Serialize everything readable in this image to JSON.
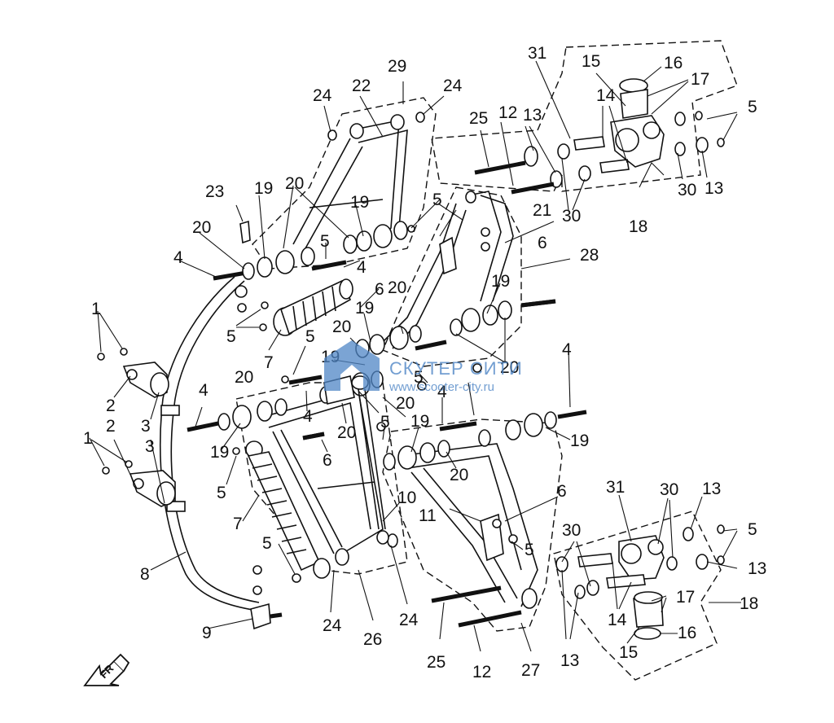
{
  "callouts": [
    "1",
    "2",
    "3",
    "4",
    "5",
    "6",
    "7",
    "8",
    "9",
    "10",
    "11",
    "12",
    "13",
    "14",
    "15",
    "16",
    "17",
    "18",
    "19",
    "20",
    "21",
    "22",
    "23",
    "24",
    "25",
    "26",
    "27",
    "28",
    "29",
    "30",
    "31"
  ],
  "watermark": {
    "title": "СКУТЕР СИТИ",
    "url": "www.scooter-city.ru"
  },
  "forward_arrow_label": "FR",
  "colors": {
    "line": "#111111",
    "watermark": "#4f86c6",
    "background": "#ffffff"
  }
}
